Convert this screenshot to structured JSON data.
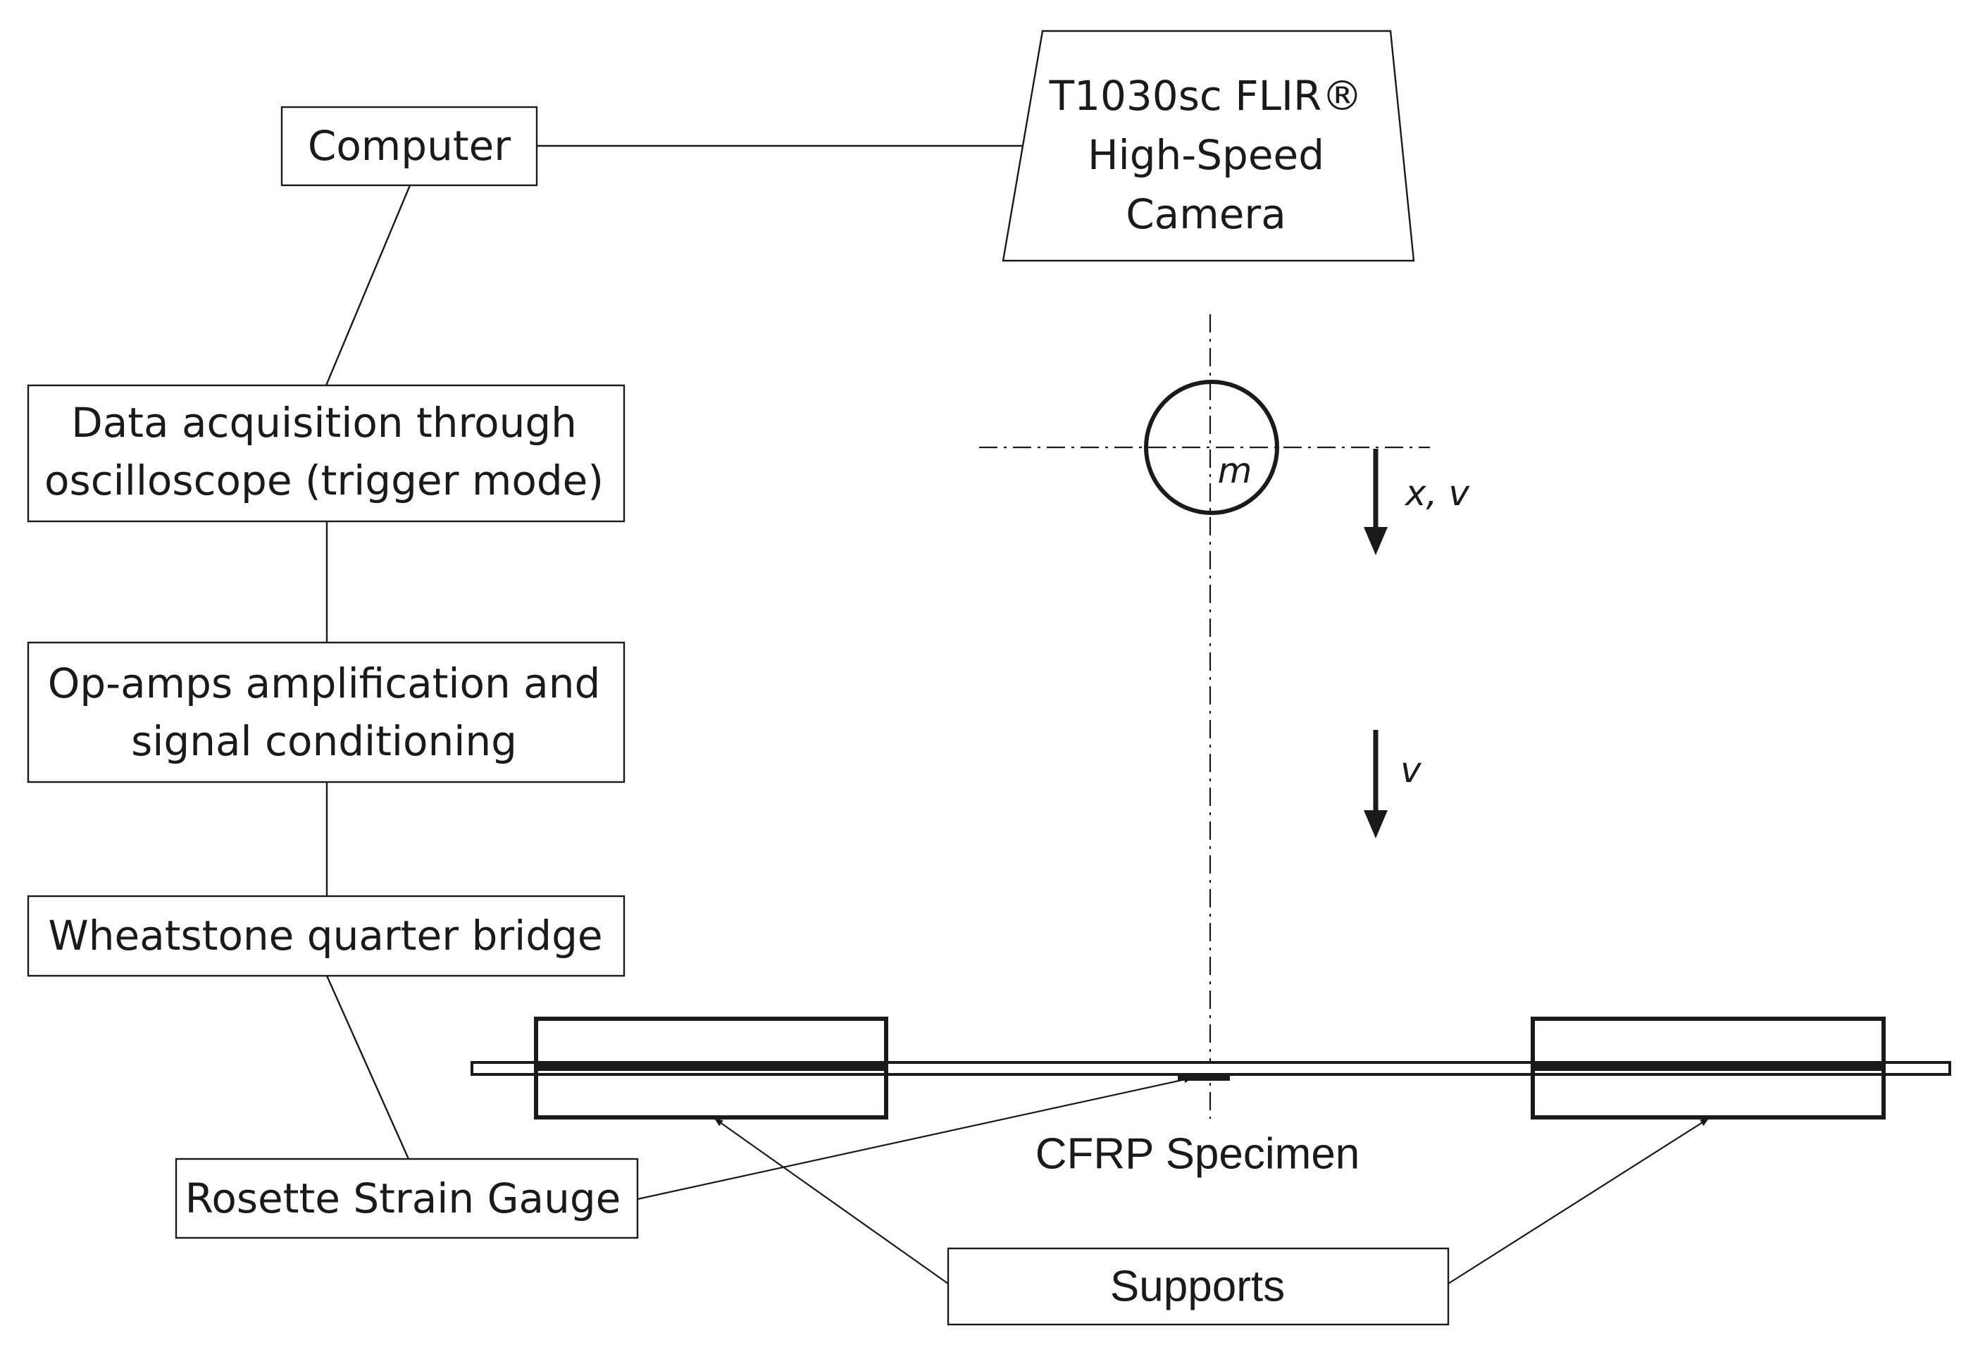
{
  "diagram": {
    "boxes": {
      "computer": "Computer",
      "camera_line1": "T1030sc FLIR®",
      "camera_line2": "High-Speed",
      "camera_line3": "Camera",
      "daq_line1": "Data acquisition through",
      "daq_line2": "oscilloscope (trigger mode)",
      "opamp_line1": "Op-amps amplification and",
      "opamp_line2": "signal conditioning",
      "bridge": "Wheatstone quarter bridge",
      "gauge": "Rosette Strain Gauge",
      "supports": "Supports"
    },
    "labels": {
      "mass": "m",
      "disp_velocity": "x, v",
      "velocity": "v",
      "specimen": "CFRP Specimen"
    }
  }
}
